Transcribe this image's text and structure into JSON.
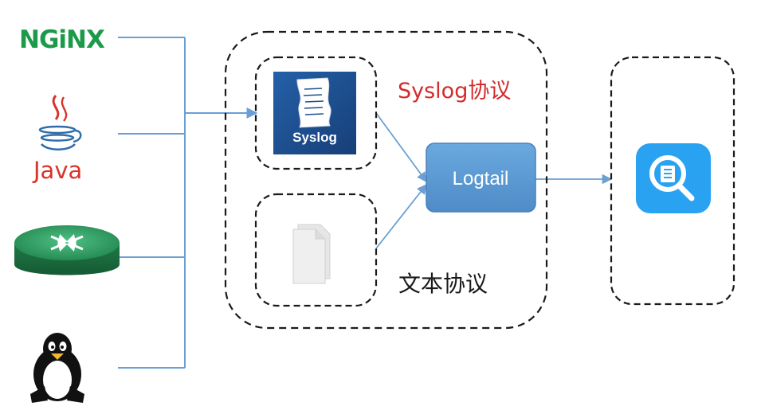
{
  "sources": {
    "nginx": {
      "label": "NGiNX"
    },
    "java": {
      "label": "Java"
    },
    "router": {
      "icon": "router-icon"
    },
    "linux": {
      "icon": "linux-tux-icon"
    }
  },
  "collector": {
    "syslog_icon_label": "Syslog",
    "syslog_protocol_label": "Syslog协议",
    "text_protocol_label": "文本协议",
    "logtail_label": "Logtail",
    "file_icon": "file-stack-icon"
  },
  "destination": {
    "icon": "log-search-icon"
  },
  "colors": {
    "line": "#6a9fd4",
    "nginx_green": "#1c9a4a",
    "java_red": "#d8342a",
    "syslog_blue": "#1d4f91",
    "logtail_blue": "#5b9bd5",
    "protocol_red": "#d42b2b",
    "router_green": "#2f9a63",
    "dest_blue": "#2aa2f2"
  }
}
